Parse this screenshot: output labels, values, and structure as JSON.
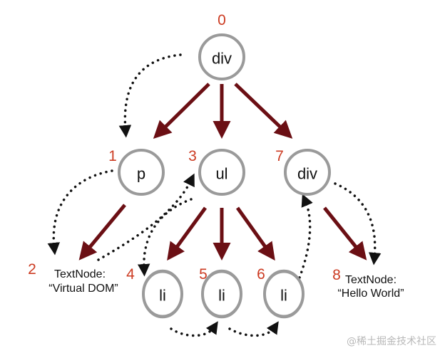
{
  "nodes": [
    {
      "index": "0",
      "tag": "div"
    },
    {
      "index": "1",
      "tag": "p"
    },
    {
      "index": "3",
      "tag": "ul"
    },
    {
      "index": "7",
      "tag": "div"
    },
    {
      "index": "4",
      "tag": "li"
    },
    {
      "index": "5",
      "tag": "li"
    },
    {
      "index": "6",
      "tag": "li"
    }
  ],
  "text_nodes": [
    {
      "index": "2",
      "line1": "TextNode:",
      "line2": "“Virtual DOM”"
    },
    {
      "index": "8",
      "line1": "TextNode:",
      "line2": "“Hello World”"
    }
  ],
  "colors": {
    "edge": "#6b0f14",
    "index": "#cc3b22",
    "node_stroke": "#9a9a9a"
  },
  "watermark": "@稀土掘金技术社区"
}
